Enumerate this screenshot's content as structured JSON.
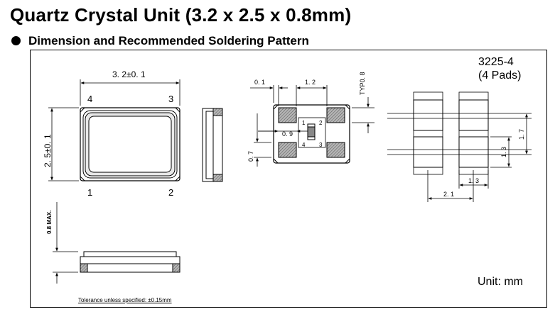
{
  "header": {
    "title": "Quartz Crystal Unit (3.2 x 2.5 x 0.8mm)",
    "subtitle": "Dimension and Recommended Soldering Pattern"
  },
  "package": {
    "model": "3225-4",
    "pads": "(4 Pads)",
    "unit": "Unit: mm",
    "tolerance": "Tolerance unless specified: ±0.15mm"
  },
  "top_view": {
    "width_dim": "3. 2±0. 1",
    "height_dim": "2. 5±0. 1",
    "pin_labels": [
      "4",
      "3",
      "1",
      "2"
    ]
  },
  "side_view": {
    "height_dim": "0.8 MAX."
  },
  "bottom_view": {
    "dims": [
      "0. 1",
      "1. 2",
      "TYP0. 8",
      "0. 9",
      "0. 7"
    ],
    "pin_labels": [
      "1",
      "2",
      "4",
      "3"
    ]
  },
  "land_pattern": {
    "dims": [
      "1. 7",
      "1. 3",
      "2. 1",
      "1. 3"
    ]
  },
  "colors": {
    "line": "#000000",
    "pad_fill": "#aaaaaa",
    "package_fill": "#e6e6e6"
  }
}
